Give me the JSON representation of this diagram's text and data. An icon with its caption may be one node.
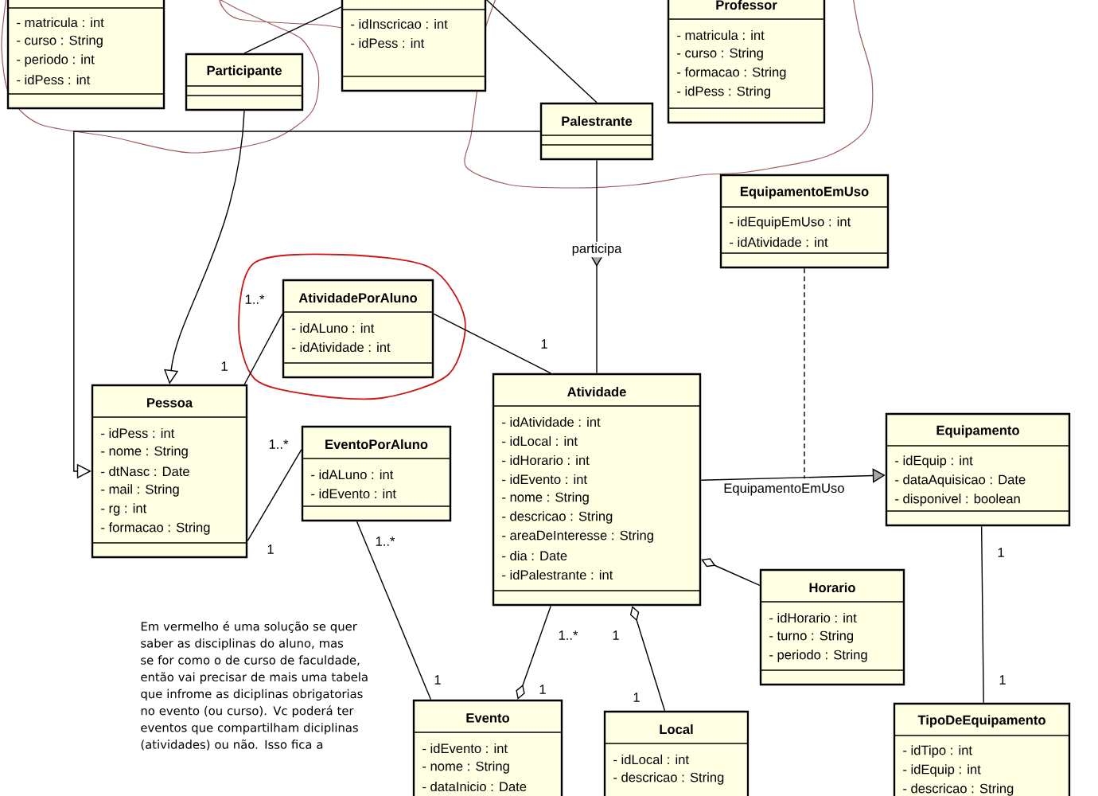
{
  "diagram": {
    "nodes": [
      {
        "text": [
          "- matricula : int",
          "- curso : String",
          "- periodo : int",
          "- idPess : int"
        ]
      },
      {
        "text": [
          "- idInscricao : int",
          "- idPess : int"
        ]
      },
      {
        "text": [
          "Professor",
          "- matricula : int",
          "- curso : String",
          "- formacao : String",
          "- idPess : String"
        ]
      },
      {
        "text": [
          "Participante"
        ]
      },
      {
        "text": [
          "Palestrante"
        ]
      },
      {
        "text": [
          "EquipamentoEmUso",
          "- idEquipEmUso : int",
          "- idAtividade : int"
        ]
      },
      {
        "text": [
          "AtividadePorAluno",
          "- idALuno : int",
          "- idAtividade : int"
        ]
      },
      {
        "text": [
          "Pessoa",
          "- idPess : int",
          "- nome : String",
          "- dtNasc : Date",
          "- mail : String",
          "- rg : int",
          "- formacao : String"
        ]
      },
      {
        "text": [
          "EventoPorAluno",
          "- idALuno : int",
          "- idEvento : int"
        ]
      },
      {
        "text": [
          "Atividade",
          "- idAtividade : int",
          "- idLocal : int",
          "- idHorario : int",
          "- idEvento : int",
          "- nome : String",
          "- descricao : String",
          "- areaDeInteresse : String",
          "- dia : Date",
          "- idPalestrante : int"
        ]
      },
      {
        "text": [
          "Equipamento",
          "- idEquip : int",
          "- dataAquisicao : Date",
          "- disponivel : boolean"
        ]
      },
      {
        "text": [
          "Horario",
          "- idHorario : int",
          "- turno : String",
          "- periodo : String"
        ]
      },
      {
        "text": [
          "Evento",
          "- idEvento : int",
          "- nome : String",
          "- dataInicio : Date"
        ]
      },
      {
        "text": [
          "Local",
          "- idLocal : int",
          "- descricao : String"
        ]
      },
      {
        "text": [
          "TipoDeEquipamento",
          "- idTipo : int",
          "- idEquip : int",
          "- descricao : String"
        ]
      }
    ],
    "edges": [
      {
        "from": 3,
        "to": 1,
        "arrow": "none"
      },
      {
        "from": 1,
        "to": 4,
        "arrow": "none"
      },
      {
        "from": 3,
        "to": 7,
        "arrow": "to"
      },
      {
        "from": 4,
        "to": 7,
        "arrow": "to"
      },
      {
        "from": 4,
        "to": 9,
        "arrow": "to",
        "label": "participa"
      },
      {
        "from": 6,
        "to": 9,
        "arrow": "none"
      },
      {
        "from": 6,
        "to": 7,
        "arrow": "none"
      },
      {
        "from": 8,
        "to": 7,
        "arrow": "none"
      },
      {
        "from": 8,
        "to": 12,
        "arrow": "none"
      },
      {
        "from": 9,
        "to": 12,
        "arrow": "other"
      },
      {
        "from": 9,
        "to": 13,
        "arrow": "other"
      },
      {
        "from": 9,
        "to": 11,
        "arrow": "other"
      },
      {
        "from": 9,
        "to": 10,
        "arrow": "to",
        "label": "EquipamentoEmUso"
      },
      {
        "from": 5,
        "to": null,
        "arrow": "none",
        "style": "dashed"
      },
      {
        "from": 10,
        "to": 14,
        "arrow": "none"
      }
    ],
    "labels": [
      "1..*",
      "1",
      "1",
      "1..*",
      "1..*",
      "1",
      "1",
      "1..*",
      "1",
      "1",
      "1",
      "1",
      "1",
      "Em vermelho é uma solução se quer saber as disciplinas do aluno, mas se for como o de curso de faculdade, então vai precisar de mais uma tabela que infrome as diciplinas obrigatorias no evento (ou curso). Vc poderá ter eventos que compartilham diciplinas (atividades) ou não. Isso fica a"
    ]
  }
}
